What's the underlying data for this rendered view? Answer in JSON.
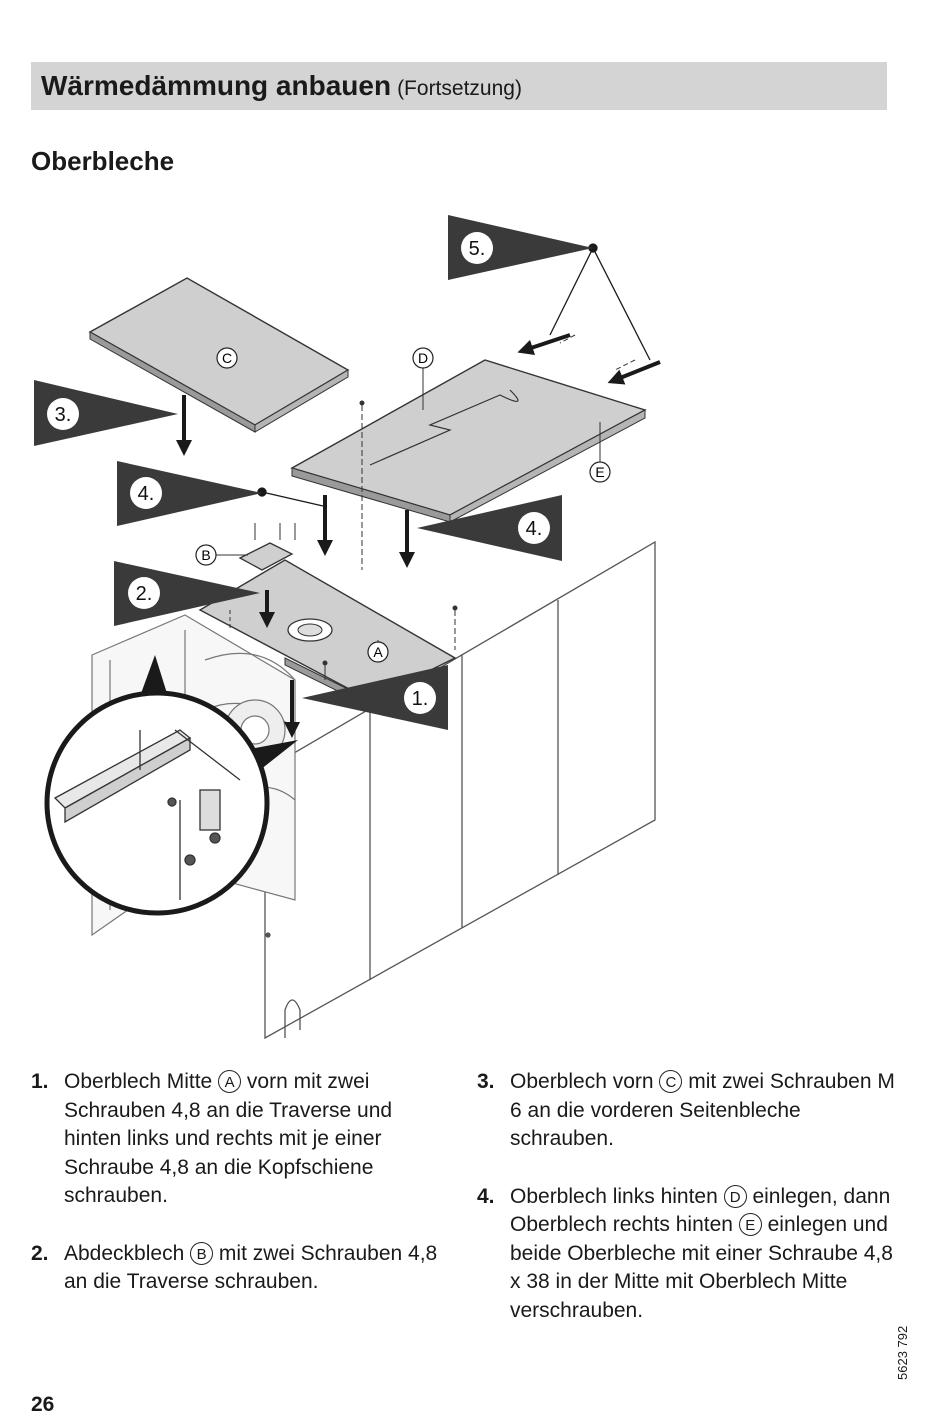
{
  "header": {
    "title": "Wärmedämmung anbauen",
    "subtitle": "(Fortsetzung)"
  },
  "section_title": "Oberbleche",
  "figure": {
    "step_callouts": [
      "5.",
      "3.",
      "4.",
      "4.",
      "2.",
      "1."
    ],
    "part_labels": [
      "A",
      "B",
      "C",
      "D",
      "E"
    ]
  },
  "steps": [
    {
      "num": "1.",
      "pre": "Oberblech Mitte ",
      "ref": "A",
      "post": " vorn mit zwei Schrauben 4,8 an die Traverse und hinten links und rechts mit je einer Schraube 4,8 an die Kopfschiene schrauben."
    },
    {
      "num": "2.",
      "pre": "Abdeckblech ",
      "ref": "B",
      "post": " mit zwei Schrauben 4,8 an die Traverse schrauben."
    },
    {
      "num": "3.",
      "pre": "Oberblech vorn ",
      "ref": "C",
      "post": " mit zwei Schrauben M 6 an die vorderen Seitenbleche schrauben."
    },
    {
      "num": "4.",
      "pre": "Oberblech links hinten ",
      "ref": "D",
      "mid": " einlegen, dann Oberblech rechts hinten ",
      "ref2": "E",
      "post": " einlegen und beide Oberbleche mit einer Schraube 4,8 x 38 in der Mitte mit Oberblech Mitte verschrauben."
    }
  ],
  "doc_number": "5623 792",
  "page_number": "26"
}
